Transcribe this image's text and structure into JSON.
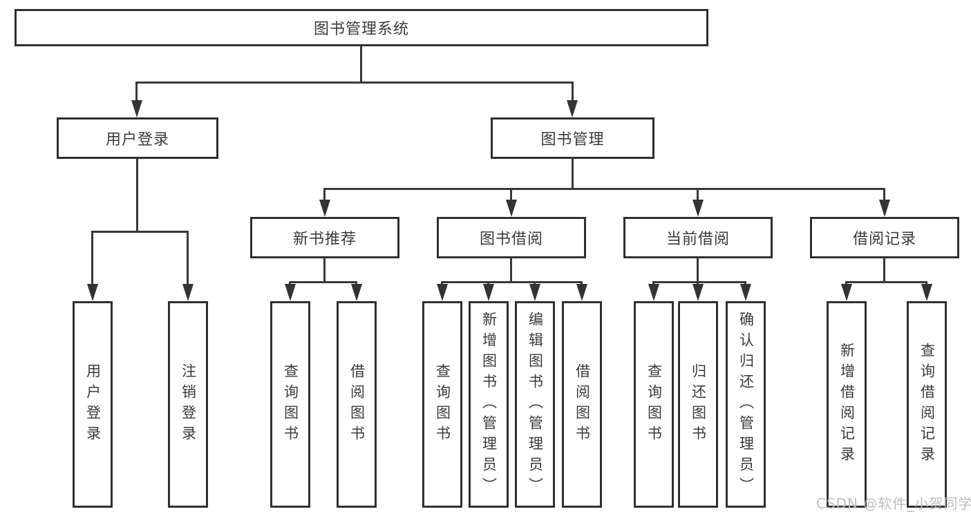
{
  "diagram": {
    "root": {
      "label": "图书管理系统"
    },
    "branches": [
      {
        "label": "用户登录",
        "children": [
          {
            "label": "用户登录"
          },
          {
            "label": "注销登录"
          }
        ]
      },
      {
        "label": "图书管理",
        "children": [
          {
            "label": "新书推荐",
            "children": [
              {
                "label": "查询图书"
              },
              {
                "label": "借阅图书"
              }
            ]
          },
          {
            "label": "图书借阅",
            "children": [
              {
                "label": "查询图书"
              },
              {
                "label": "新增图书（管理员）"
              },
              {
                "label": "编辑图书（管理员）"
              },
              {
                "label": "借阅图书"
              }
            ]
          },
          {
            "label": "当前借阅",
            "children": [
              {
                "label": "查询图书"
              },
              {
                "label": "归还图书"
              },
              {
                "label": "确认归还（管理员）"
              }
            ]
          },
          {
            "label": "借阅记录",
            "children": [
              {
                "label": "新增借阅记录"
              },
              {
                "label": "查询借阅记录"
              }
            ]
          }
        ]
      }
    ]
  },
  "watermark": {
    "text": "CSDN @软件_小贺同学"
  },
  "colors": {
    "line": "#383838",
    "border": "#2f2f2f",
    "text": "#3a3a3a",
    "background": "#ffffff",
    "watermark": "#b9b9b9"
  }
}
